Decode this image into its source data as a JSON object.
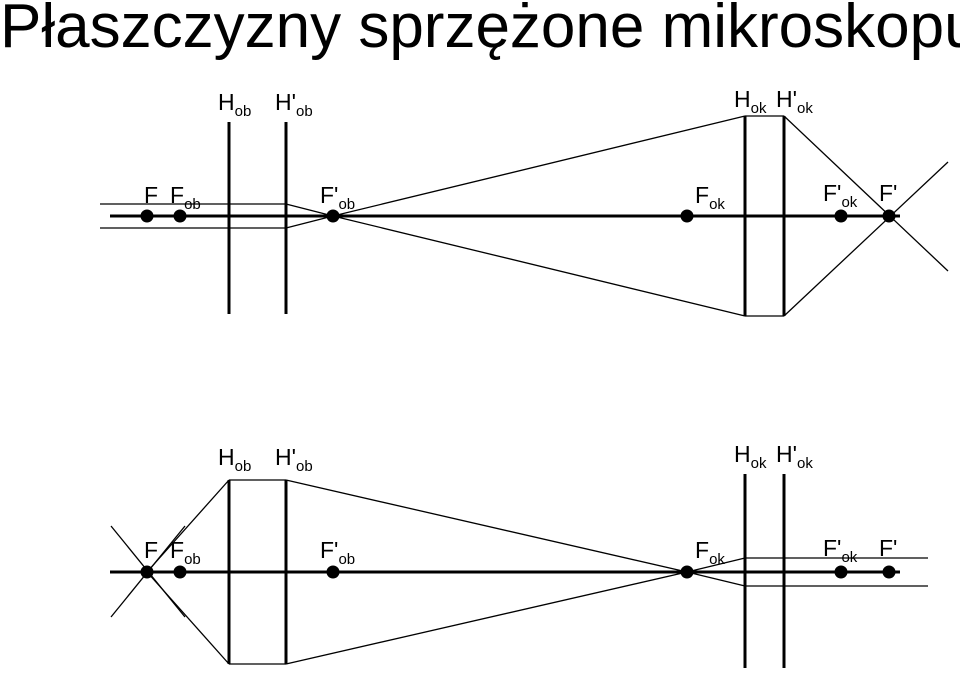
{
  "title": "Płaszczyzny sprzężone mikroskopu",
  "labels": {
    "H": "H",
    "H_prime": "H'",
    "F": "F",
    "F_prime": "F'",
    "ob": "ob",
    "ok": "ok"
  }
}
